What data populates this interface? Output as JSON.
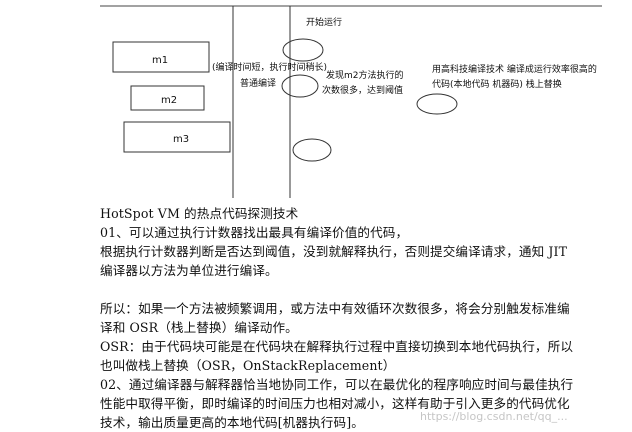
{
  "diagram": {
    "start_label": "开始运行",
    "nodes": [
      {
        "id": "m1",
        "label": "m1"
      },
      {
        "id": "m2",
        "label": "m2"
      },
      {
        "id": "m3",
        "label": "m3"
      }
    ],
    "annotations": {
      "interpret_line1": "(编译时间短，执行时间稍长)",
      "interpret_line2": "普通编译",
      "hot_line1": "发现m2方法执行的",
      "hot_line2": "次数很多，达到阈值",
      "jit_line1": "用高科技编译技术 编译成运行效率很高的",
      "jit_line2": "代码(本地代码 机器码) 栈上替换"
    }
  },
  "article": {
    "title": "HotSpot VM 的热点代码探测技术",
    "p1_line1": "01、可以通过执行计数器找出最具有编译价值的代码，",
    "p1_line2": "根据执行计数器判断是否达到阈值，没到就解释执行，否则提交编译请求，通知 JIT",
    "p1_line3": "编译器以方法为单位进行编译。",
    "p2_line1": "所以：如果一个方法被频繁调用，或方法中有效循环次数很多，将会分别触发标准编",
    "p2_line2": "译和 OSR（栈上替换）编译动作。",
    "p3_line1": "OSR：由于代码块可能是在代码块在解释执行过程中直接切换到本地代码执行，所以",
    "p3_line2": "也叫做栈上替换（OSR，OnStackReplacement）",
    "p4_line1": "02、通过编译器与解释器恰当地协同工作，可以在最优化的程序响应时间与最佳执行",
    "p4_line2": "性能中取得平衡，即时编译的时间压力也相对减小，这样有助于引入更多的代码优化",
    "p4_line3": "技术，输出质量更高的本地代码[机器执行码]。"
  },
  "watermark": "https://blog.csdn.net/qq_..."
}
